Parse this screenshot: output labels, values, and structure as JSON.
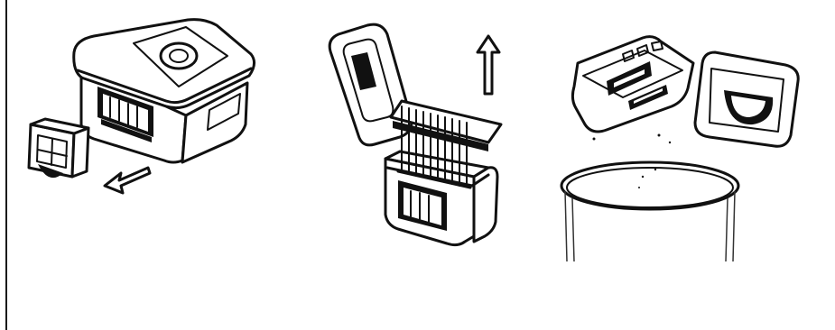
{
  "figure": {
    "steps": [
      {
        "id": 1,
        "icons": [
          "dust-box-icon",
          "filter-icon",
          "arrow-down-left-icon"
        ]
      },
      {
        "id": 2,
        "icons": [
          "open-dust-box-icon",
          "filter-grille-icon",
          "arrow-up-icon"
        ]
      },
      {
        "id": 3,
        "icons": [
          "dust-box-body-icon",
          "dust-box-lid-icon",
          "bin-icon"
        ]
      }
    ],
    "colors": {
      "line": "#111111",
      "background": "#ffffff"
    }
  }
}
